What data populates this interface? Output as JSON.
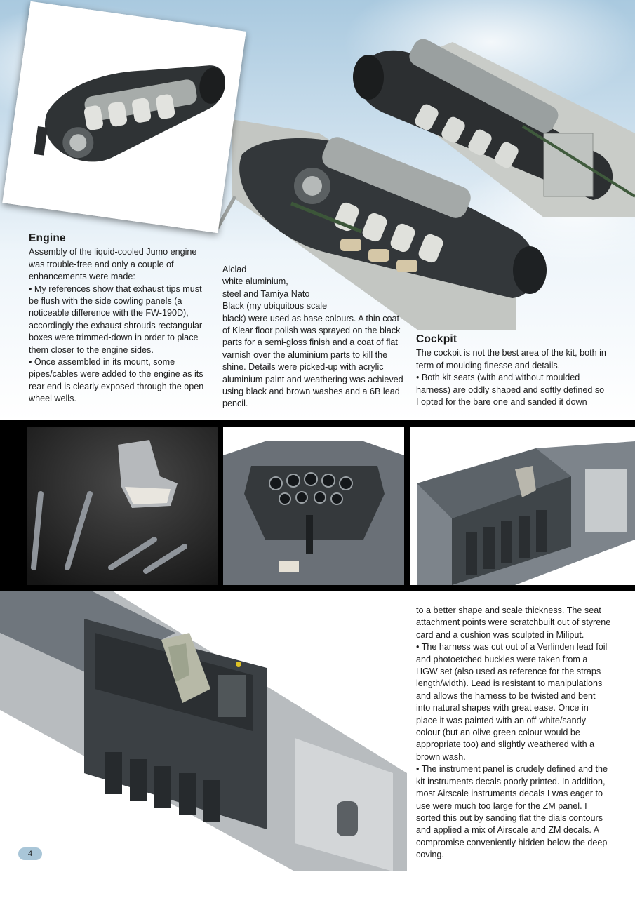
{
  "page_number": "4",
  "engine_section": {
    "heading": "Engine",
    "para1": "Assembly of the liquid-cooled Jumo engine was trouble-free and only a couple of enhancements were made:",
    "bullet1": "• My references show that exhaust tips must be flush with the side cowling panels (a noticeable difference with the FW-190D), accordingly the exhaust shrouds rectangular boxes were trimmed-down in order to place them closer to the engine sides.",
    "bullet2": "• Once assembled in its mount, some pipes/cables were added to the engine as its rear end is clearly exposed through the open wheel wells."
  },
  "finish_column": {
    "line1": "Alclad",
    "line2": "white aluminium,",
    "line3": "steel and Tamiya Nato",
    "line4": "Black (my ubiquitous scale",
    "rest": "black) were used as base colours. A thin coat of Klear floor polish was sprayed on the black parts for a semi-gloss finish and a coat of flat varnish over the aluminium parts to kill the shine. Details were picked-up with acrylic aluminium paint and weathering was achieved using black and brown washes and a 6B lead pencil."
  },
  "cockpit_section": {
    "heading": "Cockpit",
    "para1": "The cockpit is not the best area of the kit, both in term of moulding finesse and details.",
    "bullet1": "• Both kit seats (with and without moulded harness) are oddly shaped and softly defined so I opted for the bare one and sanded it down"
  },
  "cockpit_continued": {
    "para": "to a better shape and scale thickness.  The seat attachment points were scratchbuilt out of styrene card and a cushion was sculpted in Miliput.",
    "bullet1": "• The harness was cut out of a Verlinden lead foil and photoetched buckles were taken from a HGW set (also used as reference for the straps length/width). Lead is resistant to manipulations and allows the harness to be twisted and bent into natural shapes with great ease. Once in place it was painted with an off-white/sandy colour (but an olive green colour would be appropriate too) and slightly weathered with a brown wash.",
    "bullet2": "• The instrument panel is crudely defined and the kit instruments decals poorly printed. In addition, most Airscale instruments decals I was eager to use were much too large for the ZM panel. I sorted this out by sanding flat the dials contours and applied a mix of Airscale and ZM decals. A compromise conveniently hidden below the deep coving."
  },
  "colors": {
    "page_badge": "#a9c6d8",
    "photo_band": "#000000",
    "sky": "#cfe1ee",
    "model_grey": "#6d747b"
  }
}
